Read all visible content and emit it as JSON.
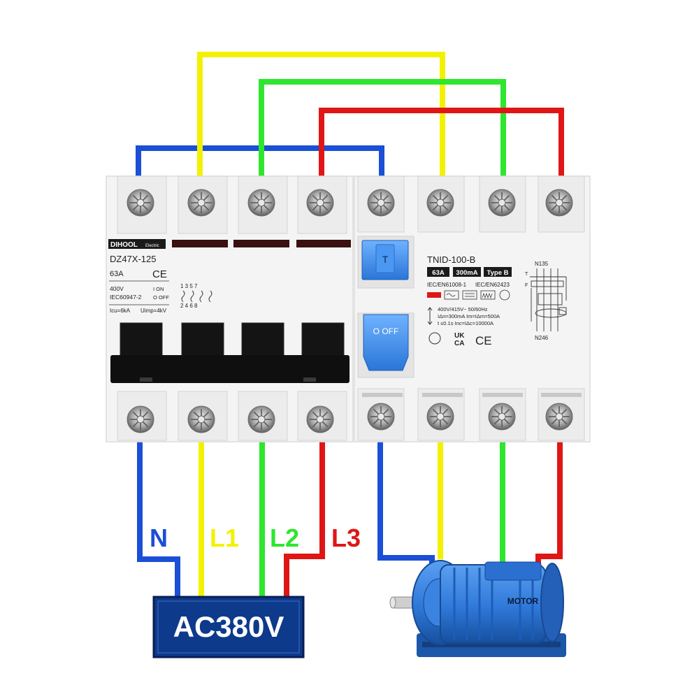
{
  "mcb": {
    "brand": "DIHOOL",
    "brand_suffix": "Electric",
    "model": "DZ47X-125",
    "rating": "63A",
    "ce": "CE",
    "voltage_line1": "400V",
    "voltage_line2": "IEC60947-2",
    "on_label": "I ON",
    "off_label": "O OFF",
    "pole_top": "1 3 5 7",
    "pole_bottom": "2 4 6 8",
    "icu": "Icu=6kA",
    "uimp": "Uimp=4kV"
  },
  "rcd": {
    "model": "TNID-100-B",
    "rating": "63A",
    "sensitivity": "300mA",
    "type": "Type B",
    "standard1": "IEC/EN61008-1",
    "standard2": "IEC/EN62423",
    "spec1": "400V/415V~  50/60Hz",
    "spec2": "IΔn=300mA   Im=IΔm=500A",
    "spec3": "t ≤0.1s      Inc=IΔc=10000A",
    "test_button": "T",
    "switch_label": "O OFF",
    "diagram_top": "N135",
    "diagram_bottom": "N246",
    "diagram_t": "T",
    "diagram_f": "F",
    "ukca_1": "UK",
    "ukca_2": "CA",
    "ce": "CE"
  },
  "labels": {
    "n": "N",
    "l1": "L1",
    "l2": "L2",
    "l3": "L3",
    "source": "AC380V",
    "motor": "MOTOR"
  },
  "colors": {
    "neutral": "#1a4fd6",
    "l1": "#f2f200",
    "l2": "#2ee62e",
    "l3": "#e01616",
    "source_box": "#0e3a8c",
    "motor": "#2f78d8",
    "module_body": "#f4f4f4",
    "handle": "#111111",
    "rcd_switch": "#3e8fe8"
  }
}
